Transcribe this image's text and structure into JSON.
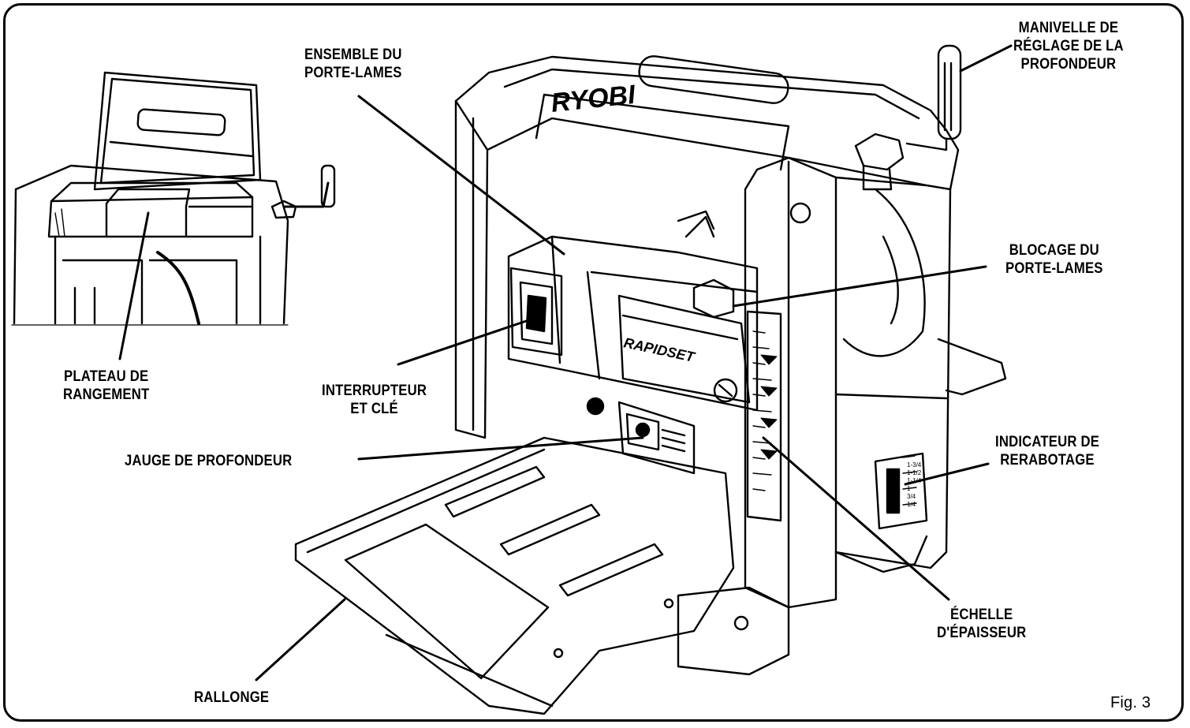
{
  "figure_label": "Fig. 3",
  "callouts": {
    "ensemble": "ENSEMBLE DU\nPORTE-LAMES",
    "manivelle": "MANIVELLE DE\nRÉGLAGE DE LA\nPROFONDEUR",
    "blocage": "BLOCAGE DU\nPORTE-LAMES",
    "plateau": "PLATEAU DE\nRANGEMENT",
    "interrupteur": "INTERRUPTEUR\nET CLÉ",
    "jauge": "JAUGE DE PROFONDEUR",
    "indicateur": "INDICATEUR DE\nRERABOTAGE",
    "echelle": "ÉCHELLE\nD'ÉPAISSEUR",
    "rallonge": "RALLONGE"
  },
  "machine_text": {
    "brand": "RYOBI",
    "blade_guard_logo": "RAPIDSET",
    "rerabotage_marks": [
      "1-3/4",
      "1-1/2",
      "1-1/4",
      "1",
      "3/4",
      "1/4"
    ]
  }
}
